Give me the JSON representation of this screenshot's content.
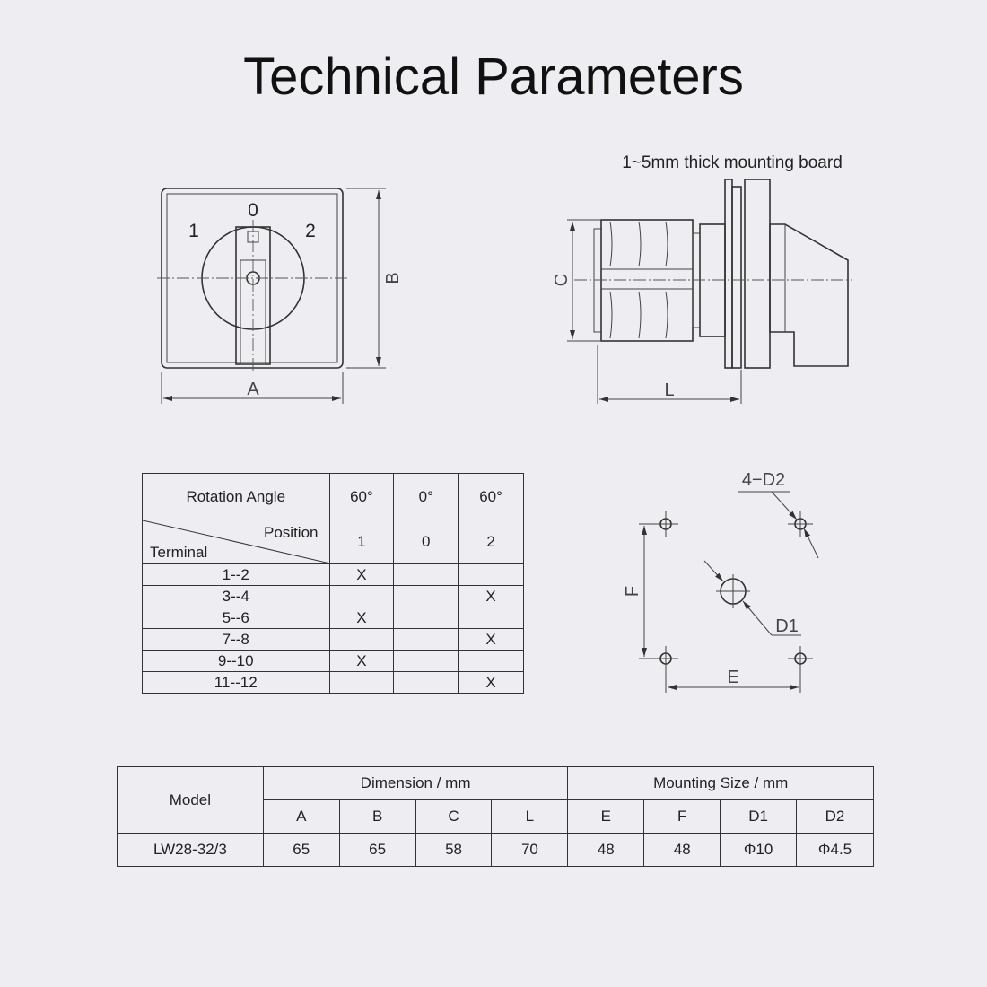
{
  "title": "Technical Parameters",
  "front_view": {
    "positions": [
      "1",
      "0",
      "2"
    ],
    "dim_a": "A",
    "dim_b": "B"
  },
  "side_view": {
    "board_label": "1~5mm thick mounting board",
    "dim_c": "C",
    "dim_l": "L"
  },
  "mounting_view": {
    "label_4d2": "4−D2",
    "label_d1": "D1",
    "dim_e": "E",
    "dim_f": "F"
  },
  "position_table": {
    "rotation_label": "Rotation Angle",
    "angles": [
      "60°",
      "0°",
      "60°"
    ],
    "position_label": "Position",
    "terminal_label": "Terminal",
    "positions": [
      "1",
      "0",
      "2"
    ],
    "rows": [
      {
        "terminal": "1--2",
        "marks": [
          "X",
          "",
          ""
        ]
      },
      {
        "terminal": "3--4",
        "marks": [
          "",
          "",
          "X"
        ]
      },
      {
        "terminal": "5--6",
        "marks": [
          "X",
          "",
          ""
        ]
      },
      {
        "terminal": "7--8",
        "marks": [
          "",
          "",
          "X"
        ]
      },
      {
        "terminal": "9--10",
        "marks": [
          "X",
          "",
          ""
        ]
      },
      {
        "terminal": "11--12",
        "marks": [
          "",
          "",
          "X"
        ]
      }
    ]
  },
  "dimension_table": {
    "model_label": "Model",
    "dimension_label": "Dimension / mm",
    "mounting_label": "Mounting Size / mm",
    "columns": [
      "A",
      "B",
      "C",
      "L",
      "E",
      "F",
      "D1",
      "D2"
    ],
    "model": "LW28-32/3",
    "values": [
      "65",
      "65",
      "58",
      "70",
      "48",
      "48",
      "Φ10",
      "Φ4.5"
    ]
  }
}
